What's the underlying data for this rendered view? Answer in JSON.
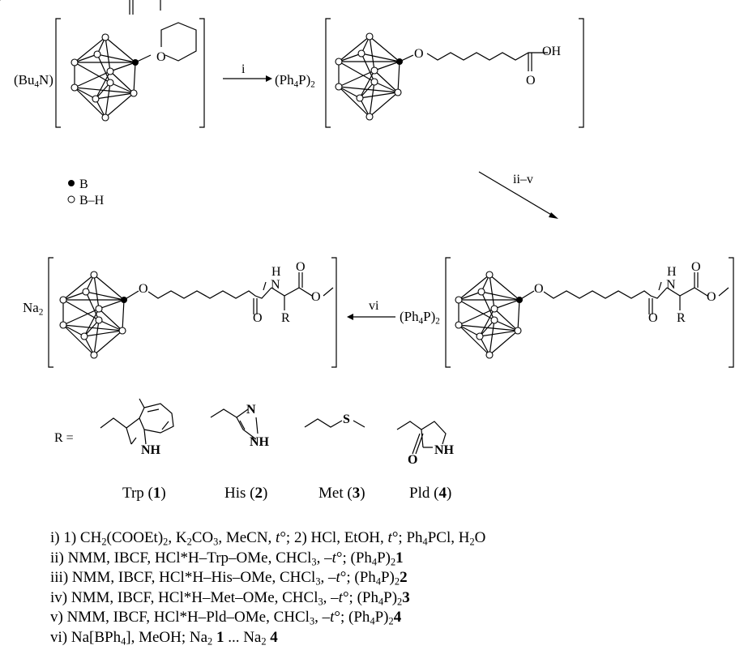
{
  "counterions": {
    "start": [
      [
        "(Bu",
        ""
      ],
      [
        "4",
        "sub"
      ],
      [
        "N)",
        ""
      ]
    ],
    "acid": [
      [
        "(Ph",
        ""
      ],
      [
        "4",
        "sub"
      ],
      [
        "P)",
        ""
      ],
      [
        "2",
        "sub"
      ]
    ],
    "ester_ph": [
      [
        "(Ph",
        ""
      ],
      [
        "4",
        "sub"
      ],
      [
        "P)",
        ""
      ],
      [
        "2",
        "sub"
      ]
    ],
    "ester_na": [
      [
        "Na",
        ""
      ],
      [
        "2",
        "sub"
      ]
    ]
  },
  "arrows": {
    "i": "i",
    "ii_v": "ii–v",
    "vi": "vi"
  },
  "atoms": {
    "O": "O",
    "OH": "OH",
    "H": "H",
    "N": "N",
    "R": "R",
    "S": "S",
    "NH": "NH"
  },
  "legend": [
    {
      "symbol": "filled-circle",
      "label": "B"
    },
    {
      "symbol": "open-circle",
      "label": "B–H"
    }
  ],
  "r_label": "R =",
  "r_groups": [
    {
      "name": [
        [
          "Trp (",
          ""
        ],
        [
          "1",
          "b"
        ],
        [
          ")",
          ""
        ]
      ]
    },
    {
      "name": [
        [
          "His (",
          ""
        ],
        [
          "2",
          "b"
        ],
        [
          ")",
          ""
        ]
      ]
    },
    {
      "name": [
        [
          "Met (",
          ""
        ],
        [
          "3",
          "b"
        ],
        [
          ")",
          ""
        ]
      ]
    },
    {
      "name": [
        [
          "Pld (",
          ""
        ],
        [
          "4",
          "b"
        ],
        [
          ")",
          ""
        ]
      ]
    }
  ],
  "conditions": [
    [
      [
        "i) 1) CH",
        ""
      ],
      [
        "2",
        "sub"
      ],
      [
        "(COOEt)",
        ""
      ],
      [
        "2",
        "sub"
      ],
      [
        ", K",
        ""
      ],
      [
        "2",
        "sub"
      ],
      [
        "CO",
        ""
      ],
      [
        "3",
        "sub"
      ],
      [
        ", MeCN, ",
        ""
      ],
      [
        "t",
        "i"
      ],
      [
        "°; 2) HCl, EtOH, ",
        ""
      ],
      [
        "t",
        "i"
      ],
      [
        "°; Ph",
        ""
      ],
      [
        "4",
        "sub"
      ],
      [
        "PCl, H",
        ""
      ],
      [
        "2",
        "sub"
      ],
      [
        "O",
        ""
      ]
    ],
    [
      [
        "ii) NMM, IBCF, HCl*H–Trp–OMe, CHCl",
        ""
      ],
      [
        "3",
        "sub"
      ],
      [
        ", –",
        ""
      ],
      [
        "t",
        "i"
      ],
      [
        "°; (Ph",
        ""
      ],
      [
        "4",
        "sub"
      ],
      [
        "P)",
        ""
      ],
      [
        "2",
        "sub"
      ],
      [
        "1",
        "b"
      ]
    ],
    [
      [
        "iii) NMM, IBCF, HCl*H–His–OMe, CHCl",
        ""
      ],
      [
        "3",
        "sub"
      ],
      [
        ", –",
        ""
      ],
      [
        "t",
        "i"
      ],
      [
        "°; (Ph",
        ""
      ],
      [
        "4",
        "sub"
      ],
      [
        "P)",
        ""
      ],
      [
        "2",
        "sub"
      ],
      [
        "2",
        "b"
      ]
    ],
    [
      [
        "iv) NMM, IBCF, HCl*H–Met–OMe, CHCl",
        ""
      ],
      [
        "3",
        "sub"
      ],
      [
        ", –",
        ""
      ],
      [
        "t",
        "i"
      ],
      [
        "°; (Ph",
        ""
      ],
      [
        "4",
        "sub"
      ],
      [
        "P)",
        ""
      ],
      [
        "2",
        "sub"
      ],
      [
        "3",
        "b"
      ]
    ],
    [
      [
        "v) NMM, IBCF, HCl*H–Pld–OMe, CHCl",
        ""
      ],
      [
        "3",
        "sub"
      ],
      [
        ", –",
        ""
      ],
      [
        "t",
        "i"
      ],
      [
        "°; (Ph",
        ""
      ],
      [
        "4",
        "sub"
      ],
      [
        "P)",
        ""
      ],
      [
        "2",
        "sub"
      ],
      [
        "4",
        "b"
      ]
    ],
    [
      [
        "vi) Na[BPh",
        ""
      ],
      [
        "4",
        "sub"
      ],
      [
        "], MeOH; Na",
        ""
      ],
      [
        "2",
        "sub"
      ],
      [
        " ",
        ""
      ],
      [
        "1",
        "b"
      ],
      [
        " ... Na",
        ""
      ],
      [
        "2",
        "sub"
      ],
      [
        " ",
        ""
      ],
      [
        "4",
        "b"
      ]
    ]
  ]
}
